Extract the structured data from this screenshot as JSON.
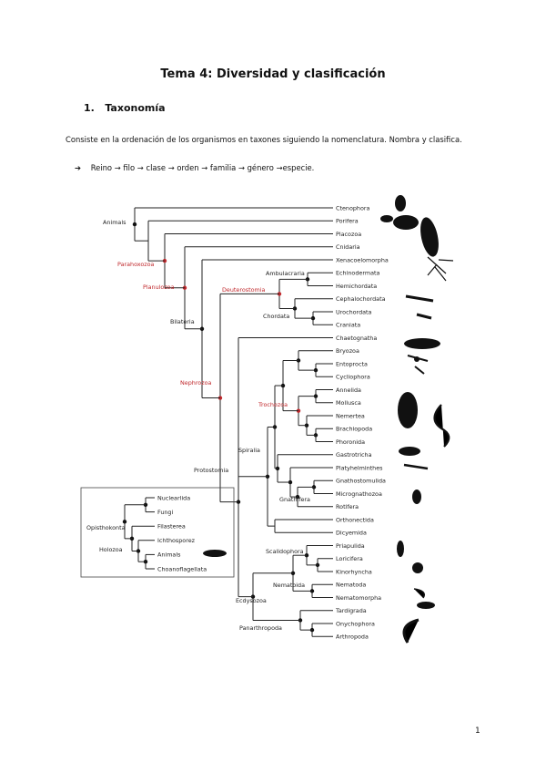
{
  "title": "Tema 4: Diversidad y clasificación",
  "section": {
    "number": "1.",
    "heading": "Taxonomía"
  },
  "paragraph": "Consiste en la ordenación de los organismos en taxones siguiendo la nomenclatura. Nombra y clasifica.",
  "bullet": {
    "arrow": "➔",
    "text": "Reino → filo → clase → orden → familia → género →especie."
  },
  "tree": {
    "tips": [
      "Ctenophora",
      "Porifera",
      "Placozoa",
      "Cnidaria",
      "Xenacoelomorpha",
      "Echinodermata",
      "Hemichordata",
      "Cephalochordata",
      "Urochordata",
      "Craniata",
      "Chaetognatha",
      "Bryozoa",
      "Entoprocta",
      "Cycliophora",
      "Annelida",
      "Mollusca",
      "Nemertea",
      "Brachiopoda",
      "Phoronida",
      "Gastrotricha",
      "Platyhelminthes",
      "Gnathostomulida",
      "Micrognathozoa",
      "Rotifera",
      "Orthonectida",
      "Dicyemida",
      "Priapulida",
      "Loricifera",
      "Kinorhyncha",
      "Nematoda",
      "Nematomorpha",
      "Tardigrada",
      "Onychophora",
      "Arthropoda"
    ],
    "nodes": {
      "animals": "Animals",
      "parahoxozoa": "Parahoxozoa",
      "planulozoa": "Planulozoa",
      "bilateria": "Bilateria",
      "deuterostomia": "Deuterostomia",
      "ambulacraria": "Ambulacraria",
      "chordata": "Chordata",
      "nephrozoa": "Nephrozoa",
      "protostomia": "Protostomia",
      "trochozoa": "Trochozoa",
      "spiralia": "Spiralia",
      "gnathifera": "Gnathifera",
      "scalidophora": "Scalidophora",
      "nematoida": "Nematoida",
      "ecdysozoa": "Ecdysozoa",
      "panarthropoda": "Panarthropoda"
    },
    "inset": {
      "tips": [
        "Nuclearlida",
        "Fungi",
        "Filasterea",
        "Ichthosporez",
        "Animals",
        "Choanoflagellata"
      ],
      "opisthokonta": "Opisthokonta",
      "holozoa": "Holozoa"
    }
  },
  "colors": {
    "red": "#c0282c",
    "line": "#222222"
  },
  "page_number": "1"
}
